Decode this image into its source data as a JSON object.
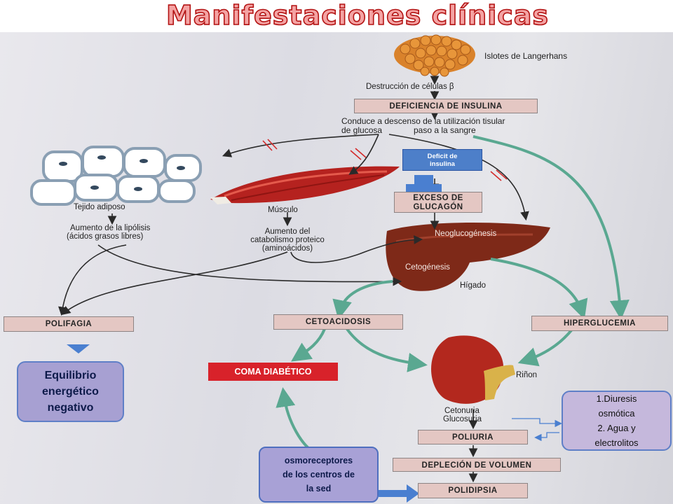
{
  "title": "Manifestaciones clínicas",
  "labels": {
    "islets": "Islotes de Langerhans",
    "destruction": "Destrucción de células β",
    "utilization_line1": "Conduce a descenso de la utilización tisular",
    "utilization_line2_left": "de glucosa",
    "utilization_line2_right": "paso a la sangre",
    "adipose": "Tejido adiposo",
    "lipolysis_line1": "Aumento de la lipólisis",
    "lipolysis_line2": "(ácidos grasos libres)",
    "muscle": "Músculo",
    "protein_line1": "Aumento del",
    "protein_line2": "catabolismo proteico",
    "protein_line3": "(aminoácidos)",
    "gluconeogenesis": "Neoglucogénesis",
    "ketogenesis": "Cetogénesis",
    "liver": "Hígado",
    "kidney": "Riñon",
    "ketonuria": "Cetonuria",
    "glucosuria": "Glucosuria"
  },
  "bars": {
    "insulin_deficiency": "DEFICIENCIA DE INSULINA",
    "glucagon_line1": "EXCESO DE",
    "glucagon_line2": "GLUCAGÓN",
    "polyphagia": "POLIFAGIA",
    "ketoacidosis": "CETOACIDOSIS",
    "hyperglycemia": "HIPERGLUCEMIA",
    "diabetic_coma": "COMA DIABÉTICO",
    "polyuria": "POLIURIA",
    "volume_depletion": "DEPLECIÓN DE VOLUMEN",
    "polydipsia": "POLIDIPSIA"
  },
  "callouts": {
    "insulin_deficit_line1": "Deficit de",
    "insulin_deficit_line2": "insulina",
    "energy_line1": "Equilibrio",
    "energy_line2": "energético",
    "energy_line3": "negativo",
    "diuresis_line1": "1.Diuresis",
    "diuresis_line2": "osmótica",
    "diuresis_line3": "2. Agua y",
    "diuresis_line4": "electrolitos",
    "osmo_line1": "osmoreceptores",
    "osmo_line2": "de los centros de",
    "osmo_line3": "la sed"
  },
  "colors": {
    "title_fill": "#f4a3a3",
    "title_stroke": "#b31313",
    "bar_fill": "#e4c7c3",
    "coma_fill": "#d8222a",
    "green_arrow": "#5aa891",
    "callout_blue": "#4d7fc9",
    "callout_purple": "#a7a0d2"
  }
}
